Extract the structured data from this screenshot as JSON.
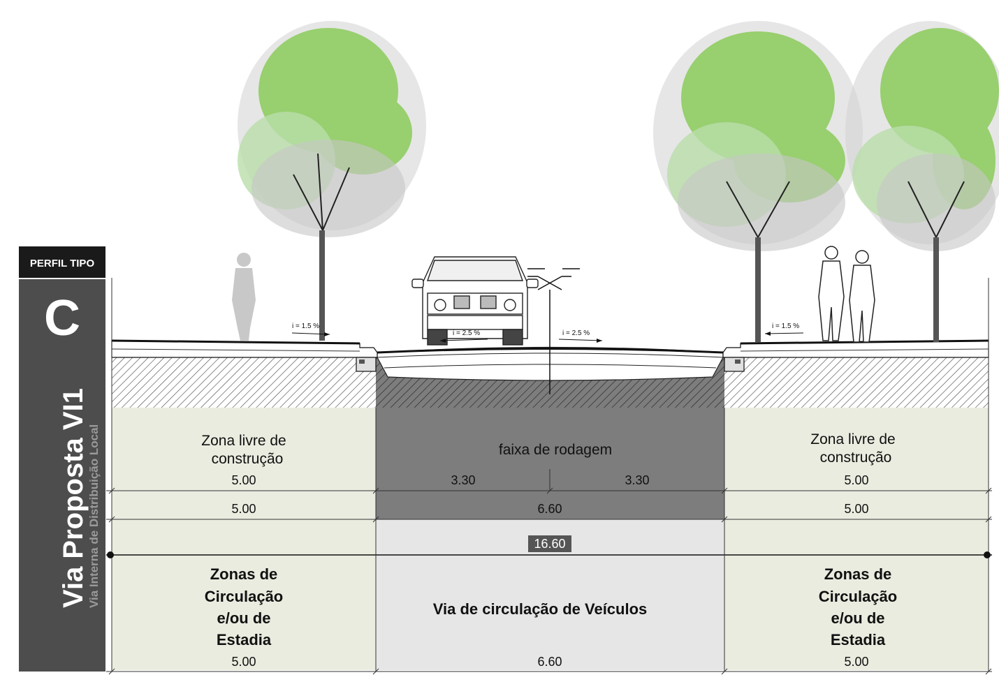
{
  "sidebar": {
    "badge": "PERFIL TIPO",
    "letter": "C",
    "title": "Via Proposta VI1",
    "subtitle": "Via Interna de Distribuição Local"
  },
  "slopes": {
    "left_sidewalk": "i = 1.5 %",
    "road_left": "i = 2.5 %",
    "road_right": "i = 2.5 %",
    "right_sidewalk": "i = 1.5 %"
  },
  "zones": {
    "left_top_line1": "Zona livre de",
    "left_top_line2": "construção",
    "center_top": "faixa de rodagem",
    "right_top_line1": "Zona livre de",
    "right_top_line2": "construção"
  },
  "dimensions": {
    "row1": {
      "left": "5.00",
      "center_a": "3.30",
      "center_b": "3.30",
      "right": "5.00"
    },
    "row2": {
      "left": "5.00",
      "center": "6.60",
      "right": "5.00"
    },
    "total": "16.60",
    "row4": {
      "left": "5.00",
      "center": "6.60",
      "right": "5.00"
    }
  },
  "uses": {
    "left": [
      "Zonas de",
      "Circulação",
      "e/ou de",
      "Estadia"
    ],
    "center": "Via de circulação de Veículos",
    "right": [
      "Zonas de",
      "Circulação",
      "e/ou de",
      "Estadia"
    ]
  },
  "colors": {
    "sidebar": "#4d4d4d",
    "badge": "#1a1a1a",
    "zone_light": "#e9ecdf",
    "road_dark": "#7d7d7d",
    "center_light": "#e6e6e6",
    "foliage_green": "#98cf6f",
    "foliage_gray": "#c9c9c9"
  }
}
